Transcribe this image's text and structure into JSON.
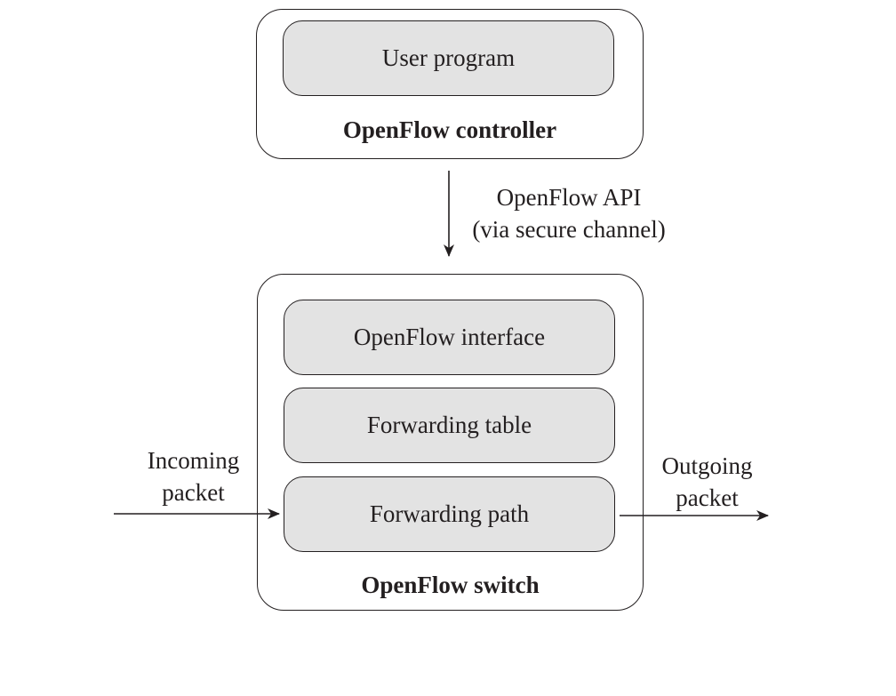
{
  "controller": {
    "title": "OpenFlow controller",
    "user_program": "User program"
  },
  "api": {
    "line1": "OpenFlow API",
    "line2": "(via secure channel)"
  },
  "switch": {
    "title": "OpenFlow switch",
    "interface": "OpenFlow interface",
    "table": "Forwarding table",
    "path": "Forwarding path"
  },
  "incoming": {
    "line1": "Incoming",
    "line2": "packet"
  },
  "outgoing": {
    "line1": "Outgoing",
    "line2": "packet"
  }
}
